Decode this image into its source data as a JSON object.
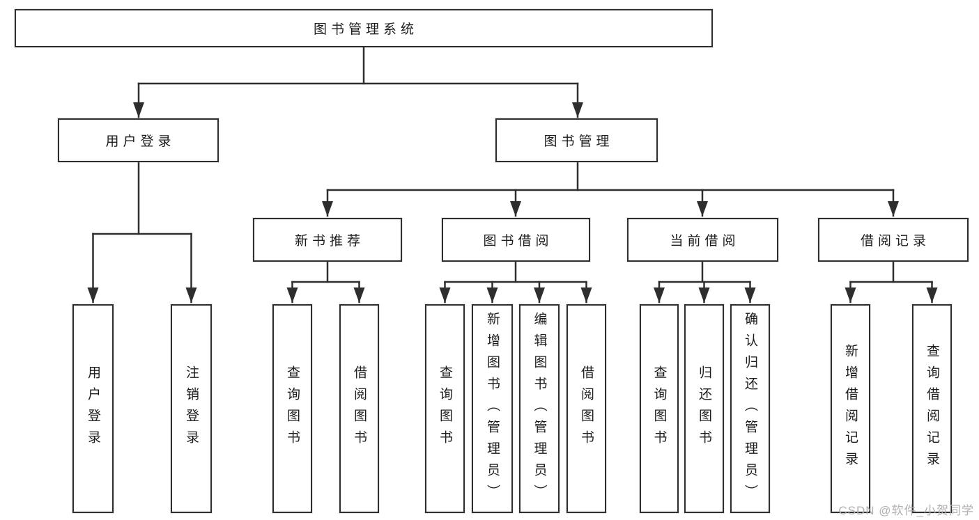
{
  "nodes": {
    "root": "图书管理系统",
    "userLogin": "用户登录",
    "bookMgmt": "图书管理",
    "login": "用户登录",
    "logout": "注销登录",
    "newBookRec": "新书推荐",
    "bookBorrow": "图书借阅",
    "currentBorrow": "当前借阅",
    "borrowRecords": "借阅记录",
    "nbQuery": "查询图书",
    "nbBorrow": "借阅图书",
    "bbQuery": "查询图书",
    "bbAdd": "新增图书（管理员）",
    "bbEdit": "编辑图书（管理员）",
    "bbBorrow": "借阅图书",
    "cbQuery": "查询图书",
    "cbReturn": "归还图书",
    "cbConfirm": "确认归还（管理员）",
    "brAdd": "新增借阅记录",
    "brQuery": "查询借阅记录"
  },
  "watermark": {
    "text": "CSDN @软件_小贺同学"
  },
  "colors": {
    "line": "#2e2e2e",
    "text": "#1c1c1c",
    "watermark": "#b3afaf",
    "box_bg": "#ffffff"
  }
}
